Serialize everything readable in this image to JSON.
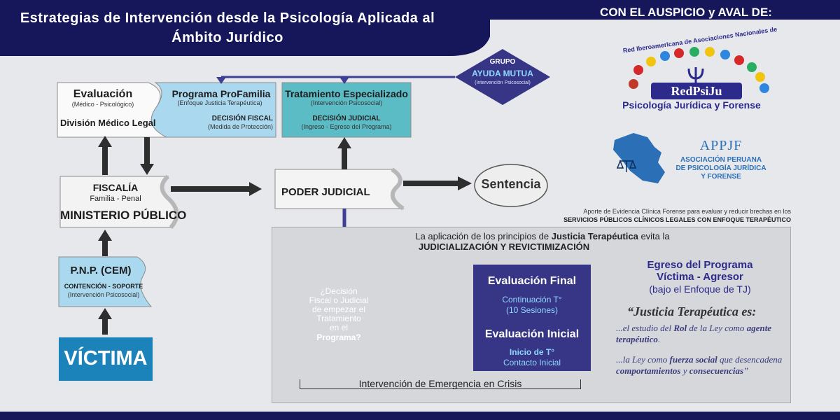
{
  "header": {
    "title": "Estrategias de Intervención desde la Psicología Aplicada al Ámbito Jurídico",
    "sponsor": "CON EL AUSPICIO y AVAL DE:"
  },
  "grupo": {
    "label": "GRUPO",
    "name": "AYUDA MUTUA",
    "sub": "(Intervención Psicosocial)"
  },
  "evaluacion": {
    "title": "Evaluación",
    "sub": "(Médico - Psicológico)",
    "division": "División Médico Legal"
  },
  "profamilia": {
    "title": "Programa ProFamilia",
    "sub": "(Enfoque Justicia Terapéutica)",
    "decision": "DECISIÓN FISCAL",
    "decision_sub": "(Medida de Protección)"
  },
  "tratamiento": {
    "title": "Tratamiento Especializado",
    "sub": "(Intervención Psicosocial)",
    "decision": "DECISIÓN JUDICIAL",
    "decision_sub": "(Ingreso - Egreso del Programa)"
  },
  "fiscalia": {
    "title": "FISCALÍA",
    "sub": "Familia - Penal",
    "main": "MINISTERIO PÚBLICO"
  },
  "poder_judicial": {
    "label": "PODER JUDICIAL"
  },
  "sentencia": {
    "label": "Sentencia"
  },
  "pnp": {
    "title": "P.N.P. (CEM)",
    "sub": "CONTENCIÓN - SOPORTE",
    "sub2": "(Intervención Psicosocial)"
  },
  "victima": {
    "label": "VÍCTIMA"
  },
  "aporte": {
    "line1": "Aporte de Evidencia Clínica Forense para evaluar y reducir brechas en los",
    "line2": "SERVICIOS PÚBLICOS CLÍNICOS LEGALES CON ENFOQUE TERAPÉUTICO"
  },
  "panel": {
    "intro_pre": "La aplicación de los principios de",
    "intro_bold": "Justicia Terapéutica",
    "intro_post": "evita la",
    "headline": "JUDICIALIZACIÓN Y REVICTIMIZACIÓN",
    "decision_line1": "¿Decisión",
    "decision_line2": "Fiscal o Judicial",
    "decision_line3": "de empezar el",
    "decision_line4": "Tratamiento",
    "decision_line5": "en el",
    "decision_line6": "Programa?",
    "crisis": "Intervención de Emergencia en Crisis"
  },
  "eval_final": {
    "title": "Evaluación Final",
    "sub1": "Continuación T°",
    "sub2": "(10 Sesiones)"
  },
  "eval_inicial": {
    "title": "Evaluación Inicial",
    "sub1": "Inicio de T°",
    "sub2": "Contacto Inicial"
  },
  "egreso": {
    "line1": "Egreso del Programa",
    "line2": "Víctima - Agresor",
    "line3": "(bajo el Enfoque de TJ)"
  },
  "quote": {
    "title": "“Justicia Terapéutica es:",
    "p1_a": "...el estudio del",
    "p1_b": "Rol",
    "p1_c": "de la Ley como",
    "p1_d": "agente terapéutico",
    "p1_e": ".",
    "p2_a": "...la Ley como",
    "p2_b": "fuerza social",
    "p2_c": "que",
    "p2_d": "desencadena",
    "p2_e": "comportamientos",
    "p2_f": "y",
    "p2_g": "consecuencias",
    "p2_h": "”"
  },
  "logo1": {
    "arc": "Red Iberoamericana de Asociaciones Nacionales de",
    "name": "RedPsiJu",
    "subtitle": "Psicología Jurídica y Forense"
  },
  "logo2": {
    "name": "APPJF",
    "line1": "ASOCIACIÓN PERUANA",
    "line2": "DE PSICOLOGÍA JURÍDICA",
    "line3": "Y FORENSE"
  },
  "colors": {
    "navy": "#15175a",
    "arrow_blue": "#3f3f95",
    "light_blue": "#a9d8ef",
    "teal": "#5cbcc6",
    "victima_blue": "#1b83b9",
    "diamond": "#373586"
  }
}
